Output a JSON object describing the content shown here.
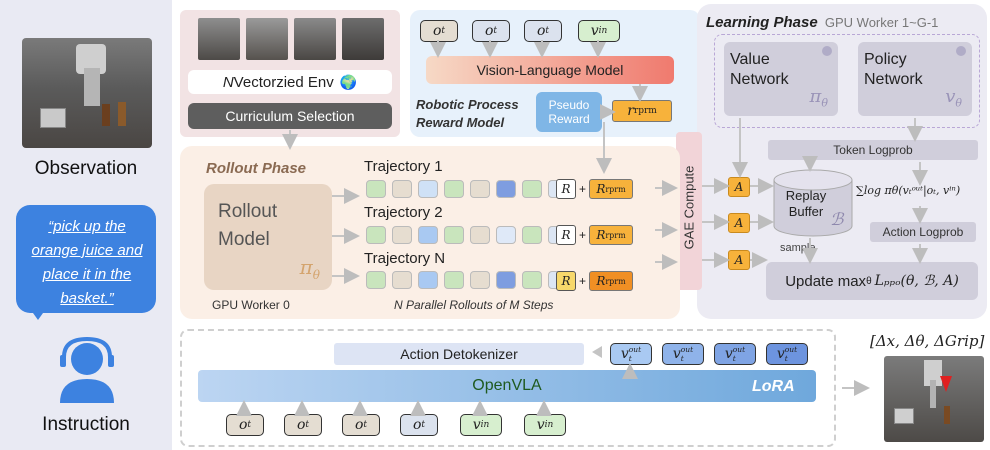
{
  "left": {
    "observation_label": "Observation",
    "instruction_label": "Instruction",
    "instruction_text": "“pick up the orange juice and place it in the basket.”"
  },
  "curriculum": {
    "env_n": "N",
    "env_label": " Vectorzied Env",
    "selection_label": "Curriculum Selection"
  },
  "rprm": {
    "tokens": [
      "o",
      "o",
      "o",
      "v"
    ],
    "token_subs": [
      "t",
      "t",
      "t",
      ""
    ],
    "token_sups": [
      "",
      "",
      "",
      "in"
    ],
    "vlm_label": "Vision-Language Model",
    "name_line1": "Robotic Process",
    "name_line2": "Reward Model",
    "pseudo_line1": "Pseudo",
    "pseudo_line2": "Reward",
    "r_symbol": "r",
    "r_sup": "rprm"
  },
  "learning": {
    "title": "Learning Phase",
    "gpu_label": "GPU Worker 1~G-1",
    "value_line1": "Value",
    "value_line2": "Network",
    "value_symbol": "π",
    "value_sub": "θ",
    "policy_line1": "Policy",
    "policy_line2": "Network",
    "policy_symbol": "v",
    "policy_sub": "θ",
    "token_logprob": "Token Logprob",
    "replay_line1": "Replay",
    "replay_line2": "Buffer",
    "replay_symbol": "ℬ",
    "sample_label": "sample",
    "sum_formula": "∑log πθ(vₜᵒᵘᵗ|oₜ, vⁱⁿ)",
    "action_logprob": "Action Logprob",
    "update_label": "Update max",
    "update_theta": "θ",
    "update_formula": "Lₚₚₒ(θ, ℬ, A)",
    "gae_label": "GAE Compute",
    "a_symbol": "A"
  },
  "rollout": {
    "title": "Rollout Phase",
    "model_line1": "Rollout",
    "model_line2": "Model",
    "model_symbol": "π",
    "model_sub": "θ",
    "gpu_label": "GPU Worker 0",
    "traj_labels": [
      "Trajectory 1",
      "Trajectory 2",
      "Trajectory N"
    ],
    "r_symbol": "R",
    "plus": "+",
    "rprm_symbol": "R",
    "rprm_sup": "rprm",
    "footer": "N Parallel Rollouts of M Steps"
  },
  "bottom": {
    "detok_label": "Action Detokenizer",
    "openvla_label": "OpenVLA",
    "lora_label": "LoRA",
    "out_tokens": [
      "v",
      "v",
      "v",
      "v"
    ],
    "out_sub": "t",
    "out_sup": "out",
    "in_tokens": [
      "o",
      "o",
      "o",
      "o",
      "v",
      "v"
    ],
    "in_subs": [
      "t",
      "t",
      "t",
      "t",
      "",
      ""
    ],
    "in_sups": [
      "",
      "",
      "",
      "",
      "in",
      "in"
    ],
    "action_label": "[Δx, Δθ, ΔGrip]"
  },
  "colors": {
    "reward_yellow": "#f7b23b",
    "openvla_blue": "#6fa8dc",
    "instruction_blue": "#3d82e0",
    "rollout_brown": "#e8d5c4",
    "gae_pink": "#f2d4d8"
  }
}
